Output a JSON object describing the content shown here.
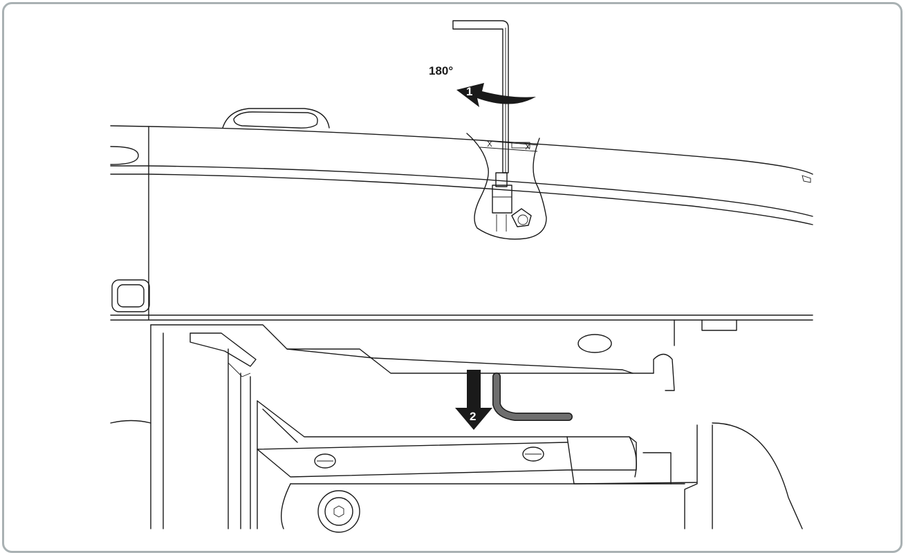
{
  "figure": {
    "rotation_label": "180°",
    "steps": [
      {
        "number": "1",
        "action": "rotate-hex-key"
      },
      {
        "number": "2",
        "action": "lower-panel"
      }
    ],
    "colors": {
      "line": "#1a1a1a",
      "frame_border": "#a9b1b3",
      "background": "#ffffff",
      "hose": "#6e6e6e"
    },
    "icons": [
      "hex-key-icon",
      "rotate-arrow-icon",
      "down-arrow-icon"
    ]
  }
}
